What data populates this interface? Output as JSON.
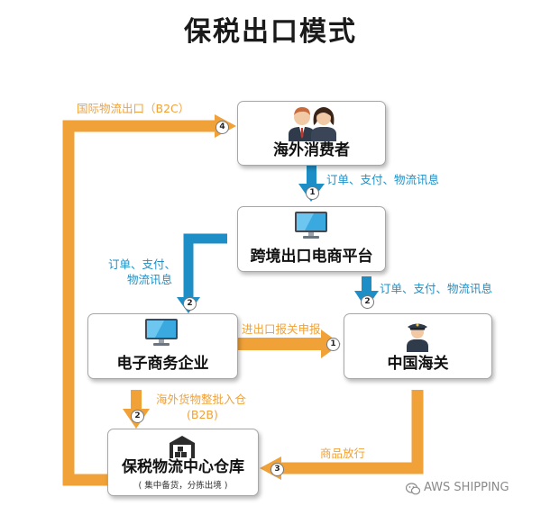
{
  "title": "保税出口模式",
  "nodes": {
    "consumer": "海外消费者",
    "platform": "跨境出口电商平台",
    "enterprise": "电子商务企业",
    "customs": "中国海关",
    "warehouse": "保税物流中心仓库",
    "warehouse_note": "( 集中备货，分拣出境 )"
  },
  "flows": {
    "f1": {
      "num": "1",
      "label": "订单、支付、物流讯息"
    },
    "f2_left": {
      "num": "2",
      "label_line1": "订单、支付、",
      "label_line2": "物流讯息"
    },
    "f2_right": {
      "num": "2",
      "label": "订单、支付、物流讯息"
    },
    "f1_declare": {
      "num": "1",
      "label": "进出口报关申报"
    },
    "f2_b2b": {
      "num": "2",
      "label": "海外货物整批入仓",
      "sub": "(B2B)"
    },
    "f3": {
      "num": "3",
      "label": "商品放行"
    },
    "f4": {
      "num": "4",
      "label": "国际物流出口（B2C）"
    }
  },
  "watermark": "AWS SHIPPING",
  "colors": {
    "blue": "#1e8fc6",
    "orange": "#f0a238"
  }
}
